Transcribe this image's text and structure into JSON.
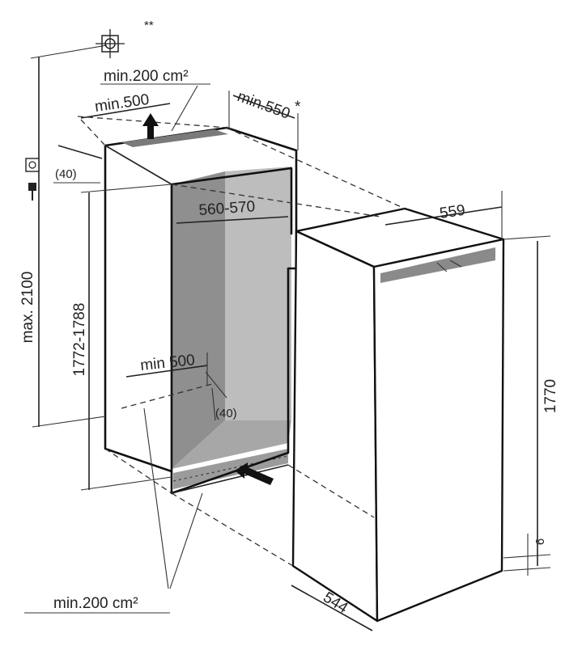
{
  "labels": {
    "footnote_marks": "**",
    "top_vent": "min.200 cm²",
    "top_depth": "min.500",
    "depth_550": "min.550",
    "depth_550_star": "*",
    "top_offset": "(40)",
    "max_height": "max. 2100",
    "niche_width": "560-570",
    "niche_height": "1772-1788",
    "floor_depth": "min 500",
    "floor_offset": "(40)",
    "bottom_vent": "min.200 cm²",
    "unit_width": "559",
    "unit_height": "1770",
    "unit_gap": "6",
    "unit_depth": "544"
  },
  "icons": {
    "top": "floor-plan-symbol-icon",
    "socket": "power-socket-icon",
    "plug": "power-plug-icon"
  },
  "colors": {
    "line": "#222222",
    "niche_shadow": "#9c9c9c",
    "niche_back": "#bdbdbd",
    "unit_face": "#ffffff"
  }
}
